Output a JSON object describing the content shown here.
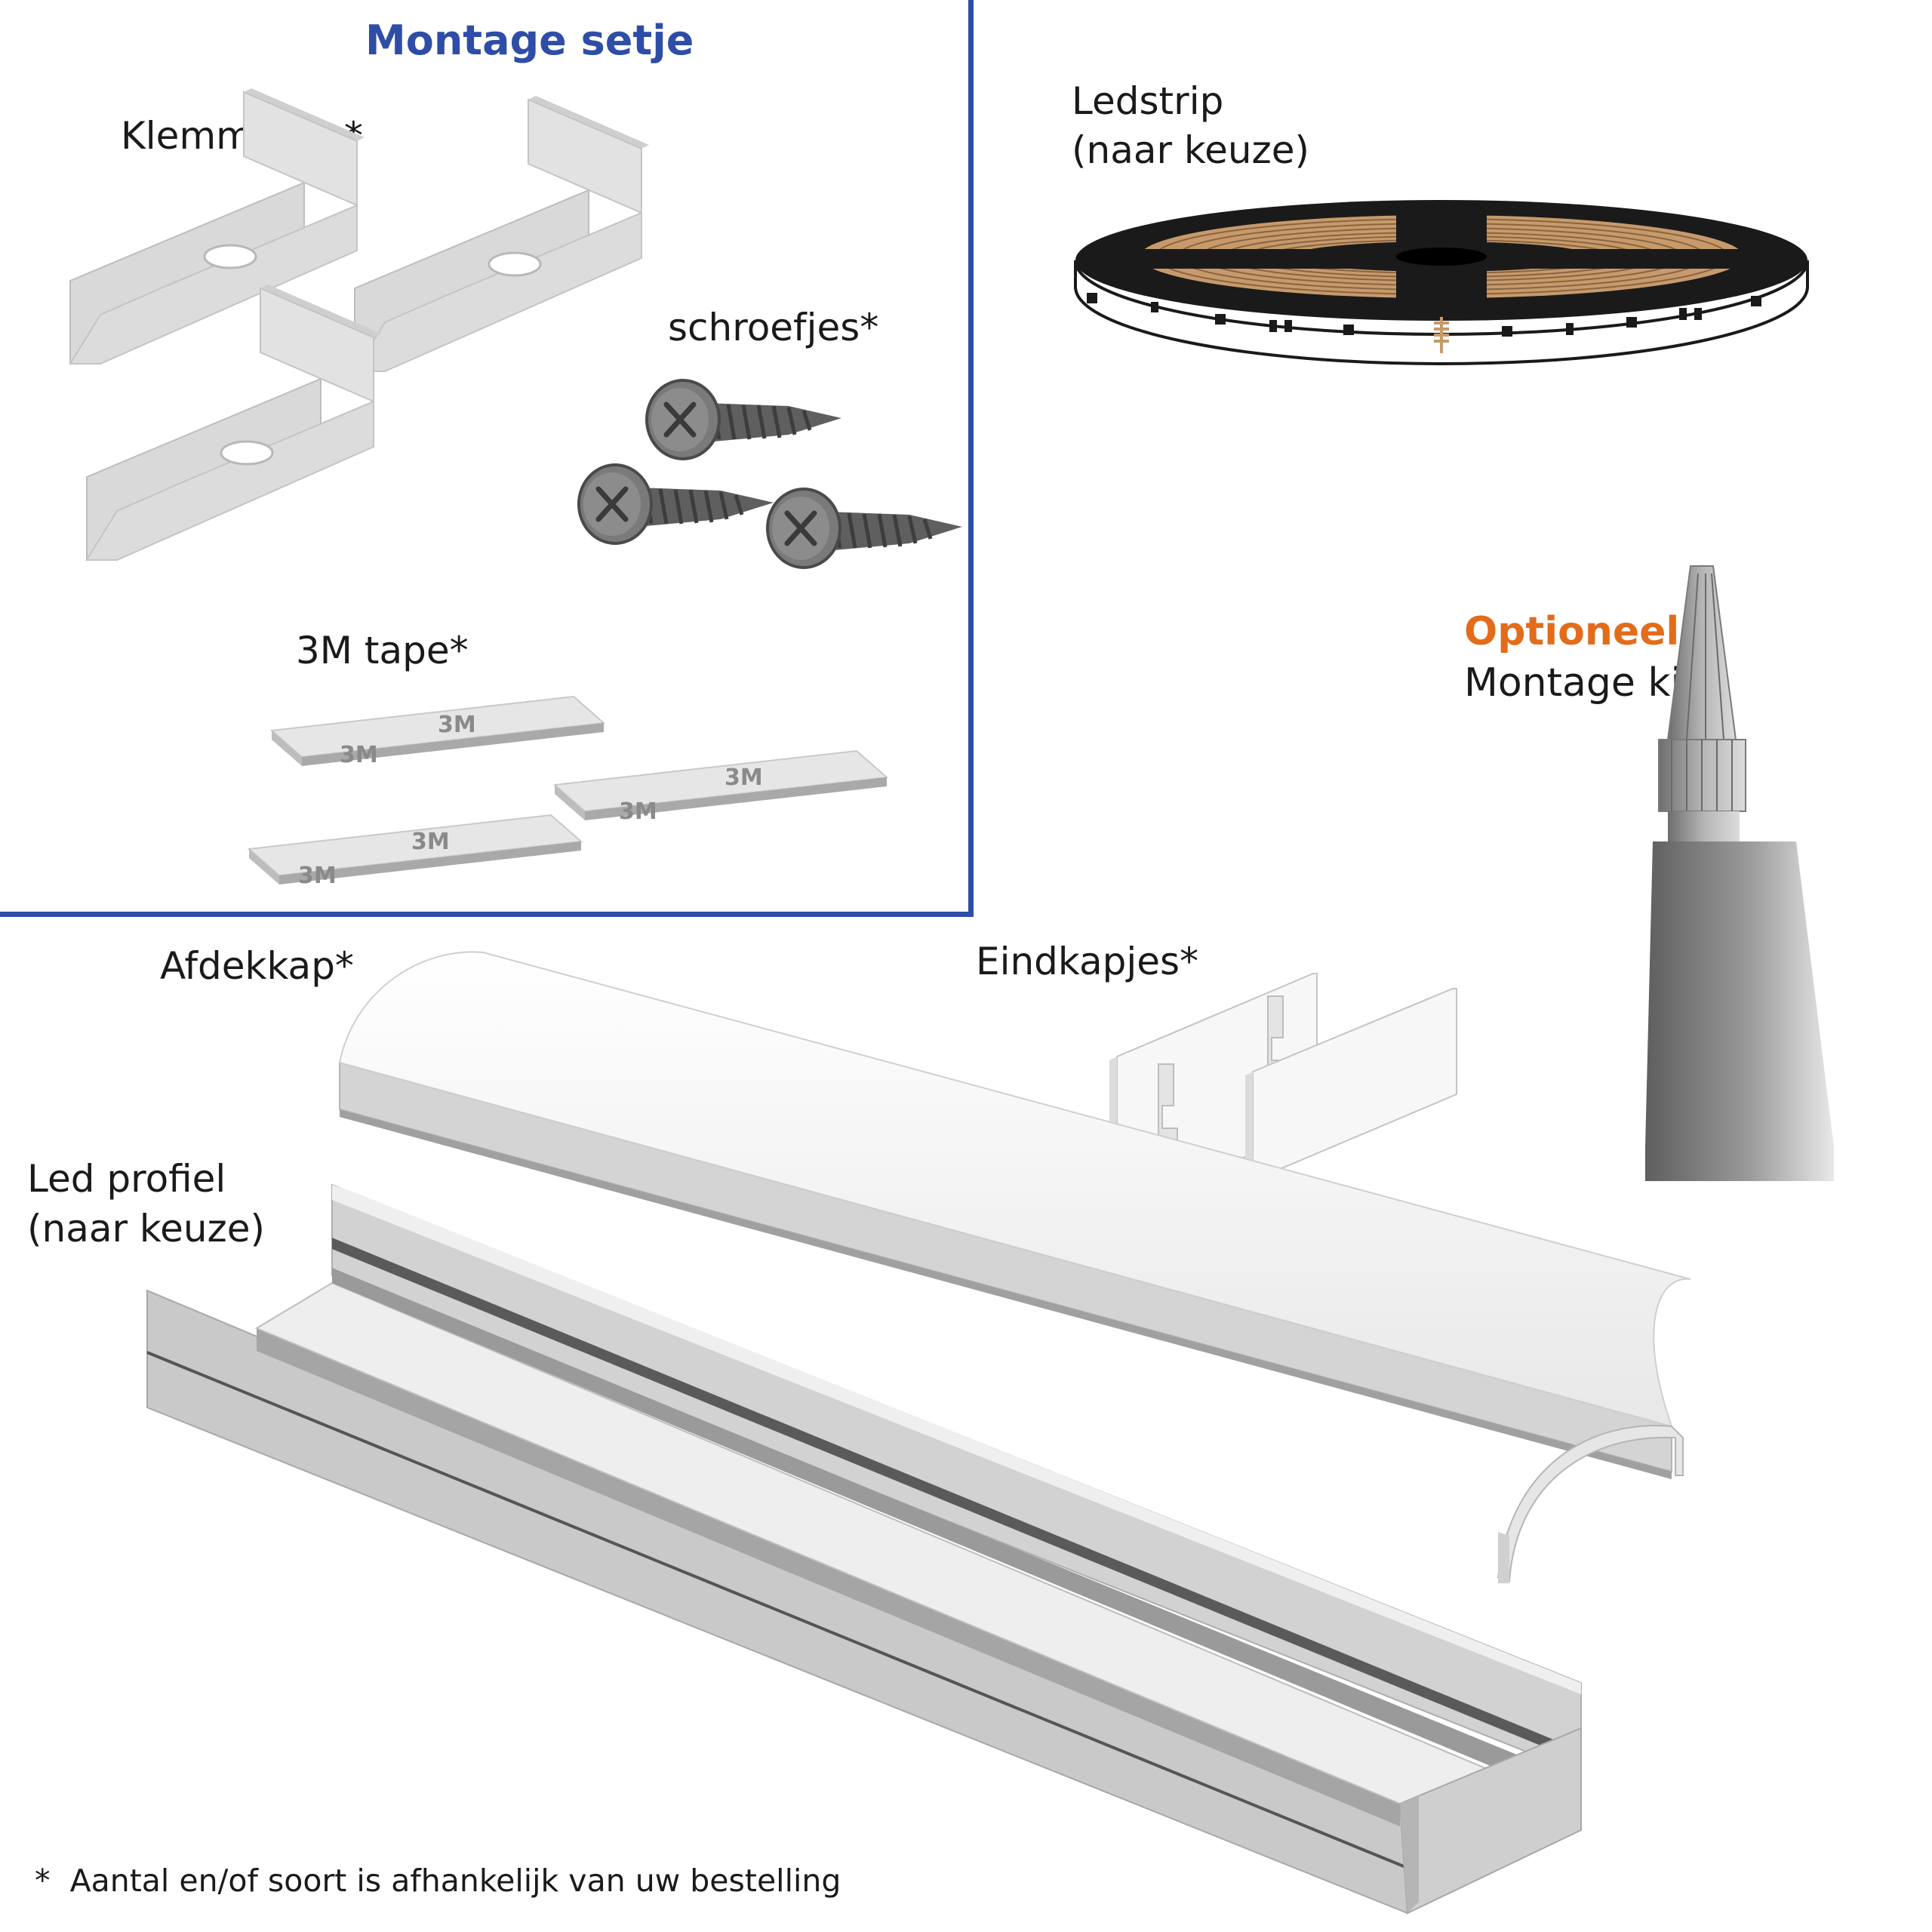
{
  "kit": {
    "title": "Montage setje",
    "clips_label": "Klemmetjes*",
    "screws_label": "schroefjes*",
    "tape_label": "3M tape*",
    "tape_mark": "3M"
  },
  "ledstrip": {
    "line1": "Ledstrip",
    "line2": "(naar keuze)"
  },
  "optional": {
    "tag": "Optioneel",
    "label": "Montage kit"
  },
  "cover": {
    "label": "Afdekkap*"
  },
  "endcaps": {
    "label": "Eindkapjes*"
  },
  "profile": {
    "line1": "Led profiel",
    "line2": "(naar keuze)"
  },
  "footnote": "*  Aantal en/of soort is afhankelijk van uw bestelling",
  "colors": {
    "accent_blue": "#2e4da6",
    "accent_orange": "#e36c1b",
    "aluminium": "#cfcfcf",
    "screw": "#6e6e6e"
  },
  "icons": [
    "clip-icon",
    "screw-icon",
    "tape-icon",
    "ledstrip-reel-icon",
    "glue-tube-icon",
    "cover-icon",
    "endcap-icon",
    "profile-icon"
  ]
}
